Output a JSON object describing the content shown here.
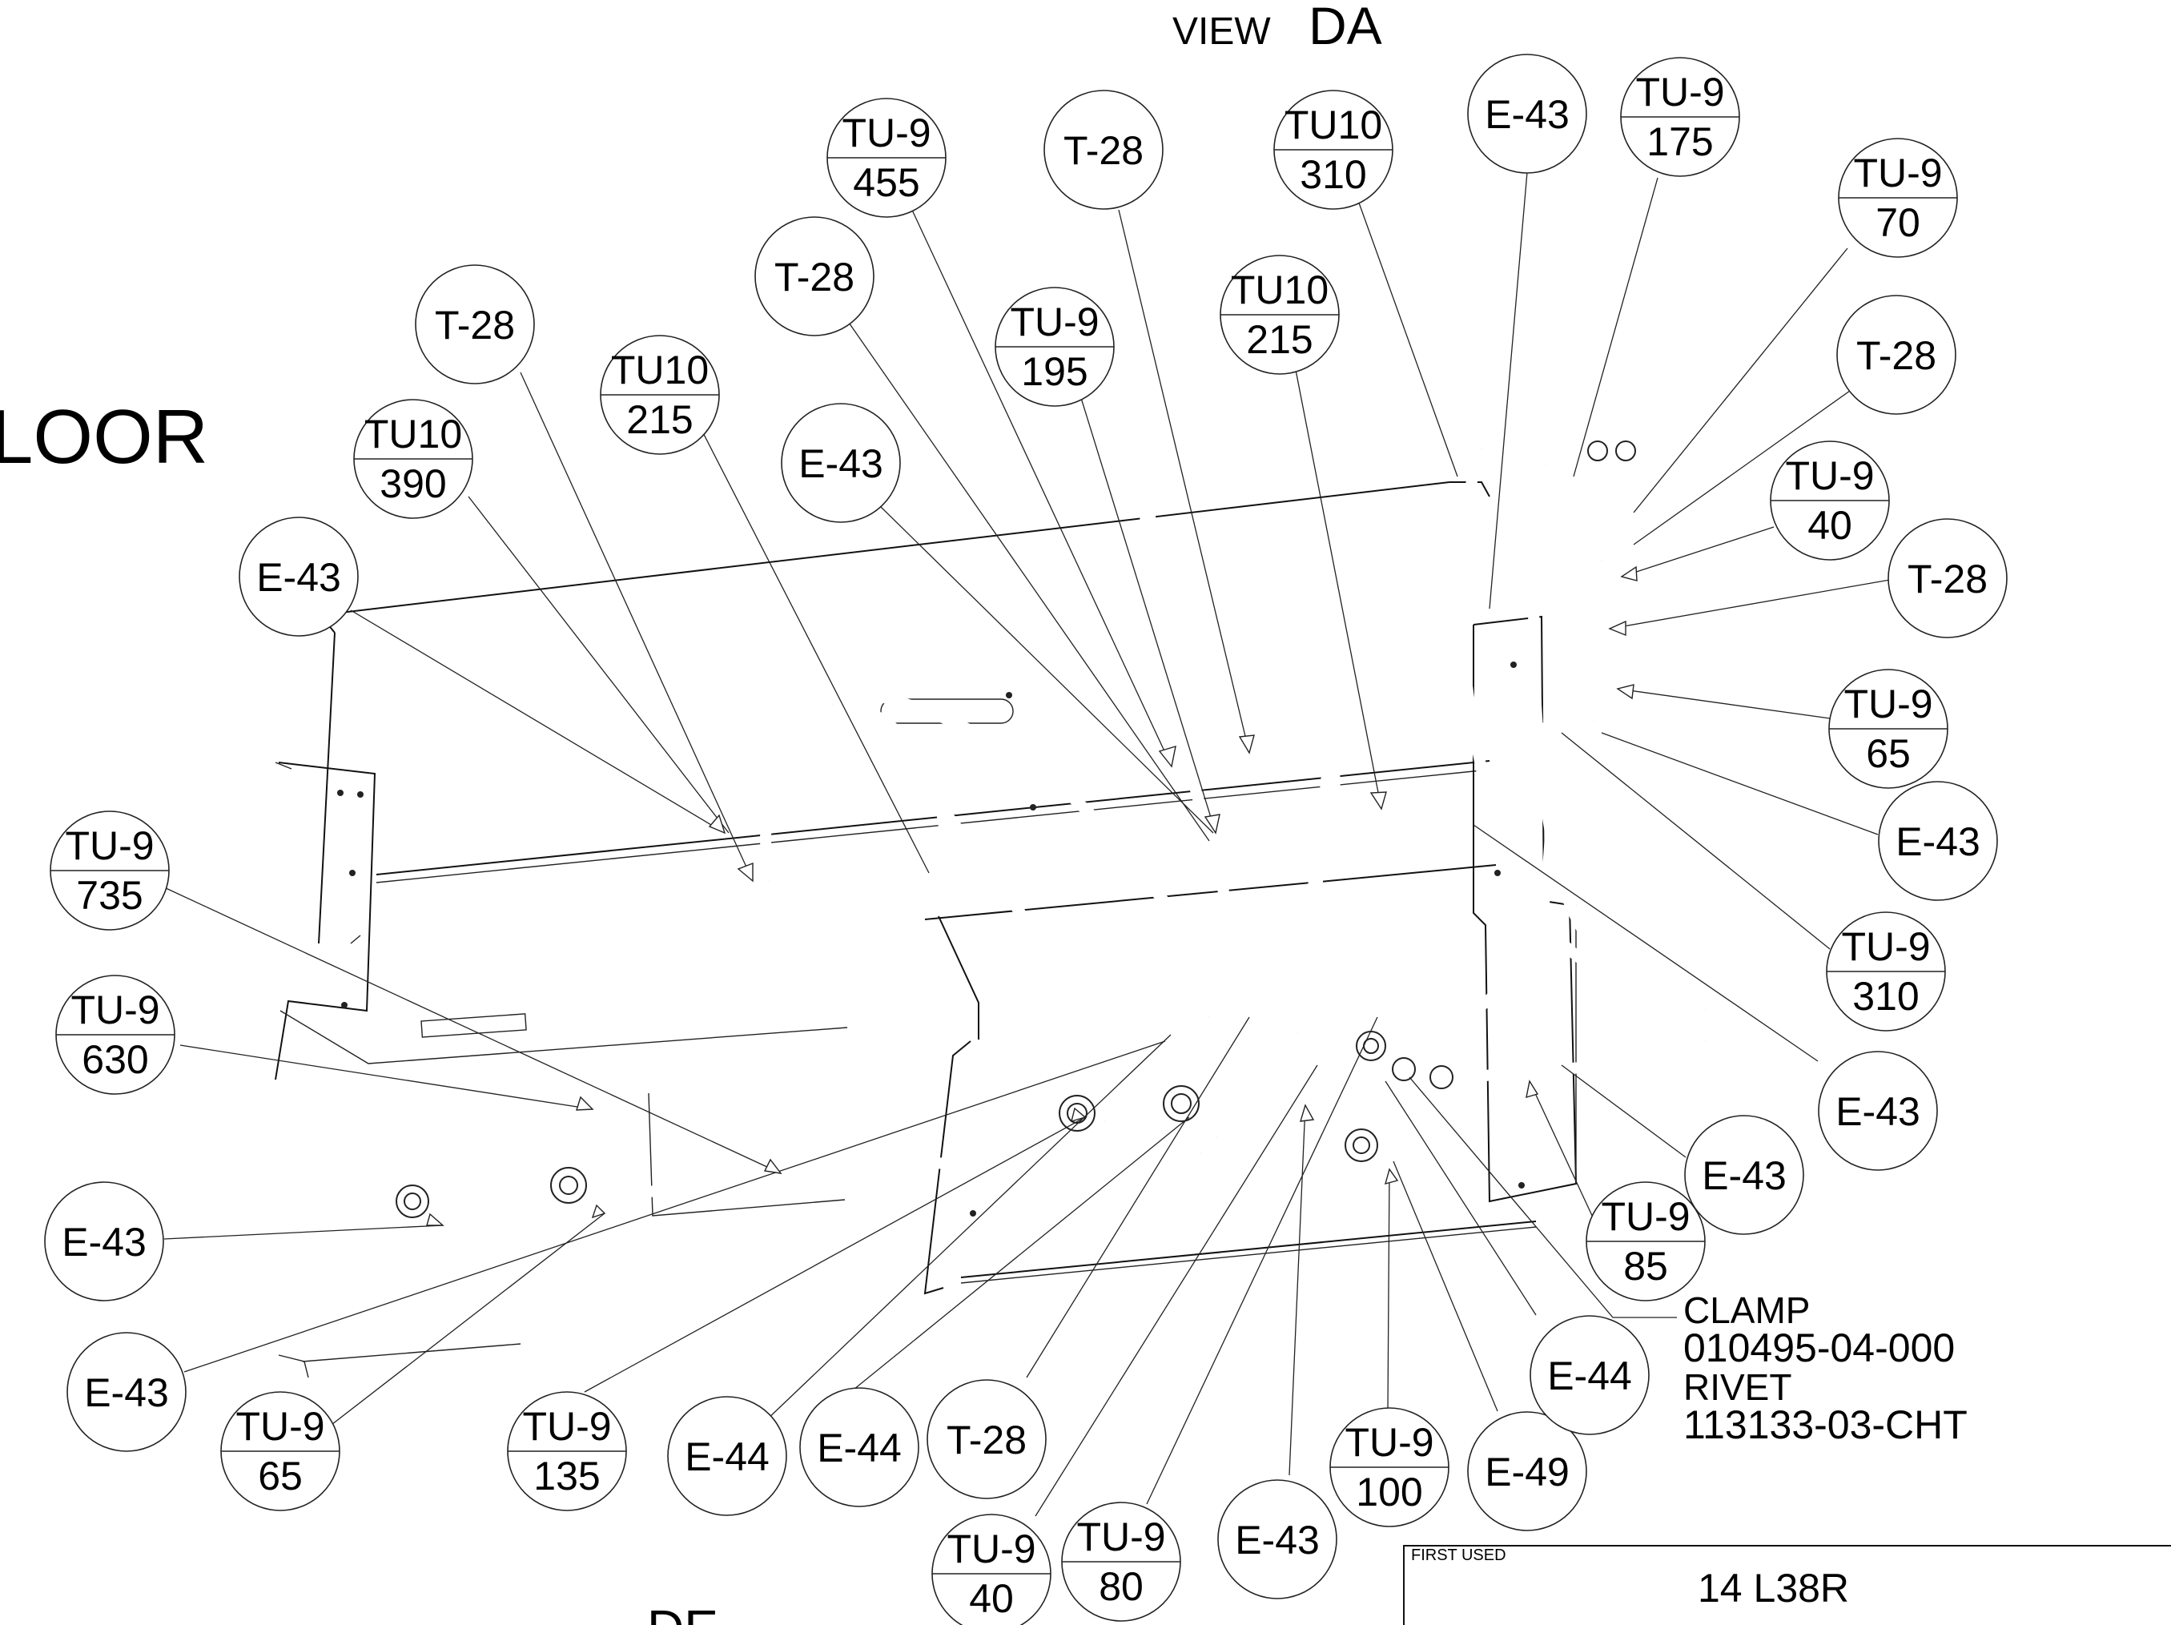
{
  "view_title": {
    "prefix": "VIEW",
    "letters": "DA"
  },
  "side_label": "LOOR",
  "bottom_label": "DE",
  "balloons": [
    {
      "id": "b01",
      "top": "TU-9",
      "bottom": "455"
    },
    {
      "id": "b02",
      "top": "T-28",
      "bottom": ""
    },
    {
      "id": "b03",
      "top": "TU10",
      "bottom": "310"
    },
    {
      "id": "b04",
      "top": "E-43",
      "bottom": ""
    },
    {
      "id": "b05",
      "top": "TU-9",
      "bottom": "175"
    },
    {
      "id": "b06",
      "top": "TU-9",
      "bottom": "70"
    },
    {
      "id": "b07",
      "top": "T-28",
      "bottom": ""
    },
    {
      "id": "b08",
      "top": "TU10",
      "bottom": "215"
    },
    {
      "id": "b09",
      "top": "TU-9",
      "bottom": "195"
    },
    {
      "id": "b10",
      "top": "T-28",
      "bottom": ""
    },
    {
      "id": "b11",
      "top": "TU10",
      "bottom": "215"
    },
    {
      "id": "b12",
      "top": "T-28",
      "bottom": ""
    },
    {
      "id": "b13",
      "top": "TU10",
      "bottom": "390"
    },
    {
      "id": "b14",
      "top": "E-43",
      "bottom": ""
    },
    {
      "id": "b15",
      "top": "E-43",
      "bottom": ""
    },
    {
      "id": "b16",
      "top": "TU-9",
      "bottom": "40"
    },
    {
      "id": "b17",
      "top": "T-28",
      "bottom": ""
    },
    {
      "id": "b18",
      "top": "TU-9",
      "bottom": "65"
    },
    {
      "id": "b19",
      "top": "E-43",
      "bottom": ""
    },
    {
      "id": "b20",
      "top": "TU-9",
      "bottom": "310"
    },
    {
      "id": "b21",
      "top": "E-43",
      "bottom": ""
    },
    {
      "id": "b22",
      "top": "E-43",
      "bottom": ""
    },
    {
      "id": "b23",
      "top": "TU-9",
      "bottom": "85"
    },
    {
      "id": "b24",
      "top": "TU-9",
      "bottom": "735"
    },
    {
      "id": "b25",
      "top": "TU-9",
      "bottom": "630"
    },
    {
      "id": "b26",
      "top": "E-43",
      "bottom": ""
    },
    {
      "id": "b27",
      "top": "E-43",
      "bottom": ""
    },
    {
      "id": "b28",
      "top": "TU-9",
      "bottom": "65"
    },
    {
      "id": "b29",
      "top": "TU-9",
      "bottom": "135"
    },
    {
      "id": "b30",
      "top": "E-44",
      "bottom": ""
    },
    {
      "id": "b31",
      "top": "E-44",
      "bottom": ""
    },
    {
      "id": "b32",
      "top": "T-28",
      "bottom": ""
    },
    {
      "id": "b33",
      "top": "TU-9",
      "bottom": "40"
    },
    {
      "id": "b34",
      "top": "TU-9",
      "bottom": "80"
    },
    {
      "id": "b35",
      "top": "E-43",
      "bottom": ""
    },
    {
      "id": "b36",
      "top": "TU-9",
      "bottom": "100"
    },
    {
      "id": "b37",
      "top": "E-49",
      "bottom": ""
    },
    {
      "id": "b38",
      "top": "E-44",
      "bottom": ""
    }
  ],
  "note": {
    "line1": "CLAMP",
    "line2": "010495-04-000",
    "line3": "RIVET",
    "line4": "113133-03-CHT"
  },
  "title_block": {
    "header": "FIRST USED",
    "value": "14 L38R"
  }
}
